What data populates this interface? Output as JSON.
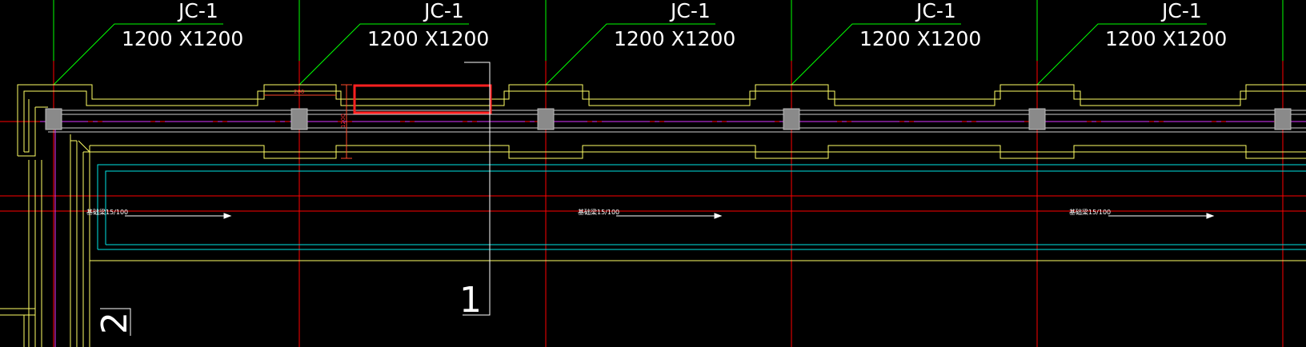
{
  "drawing": {
    "colors": {
      "background": "#000000",
      "axis": "#ff0000",
      "leader": "#00ff00",
      "wall": "#ffff66",
      "inner": "#00e5e5",
      "gray_line": "#cfcfcf",
      "purple": "#dd33ff",
      "highlight": "#ff2020",
      "column": "#8a8a8a"
    },
    "foundations": [
      {
        "tag": "JC-1",
        "size": "1200 X1200"
      },
      {
        "tag": "JC-1",
        "size": "1200 X1200"
      },
      {
        "tag": "JC-1",
        "size": "1200 X1200"
      },
      {
        "tag": "JC-1",
        "size": "1200 X1200"
      },
      {
        "tag": "JC-1",
        "size": "1200 X1200"
      }
    ],
    "dimension_top": "200",
    "dimension_side": "1200",
    "beam_notes": [
      "基础梁15/100",
      "基础梁15/100",
      "基础梁15/100"
    ],
    "section_labels": [
      "1",
      "2"
    ]
  }
}
